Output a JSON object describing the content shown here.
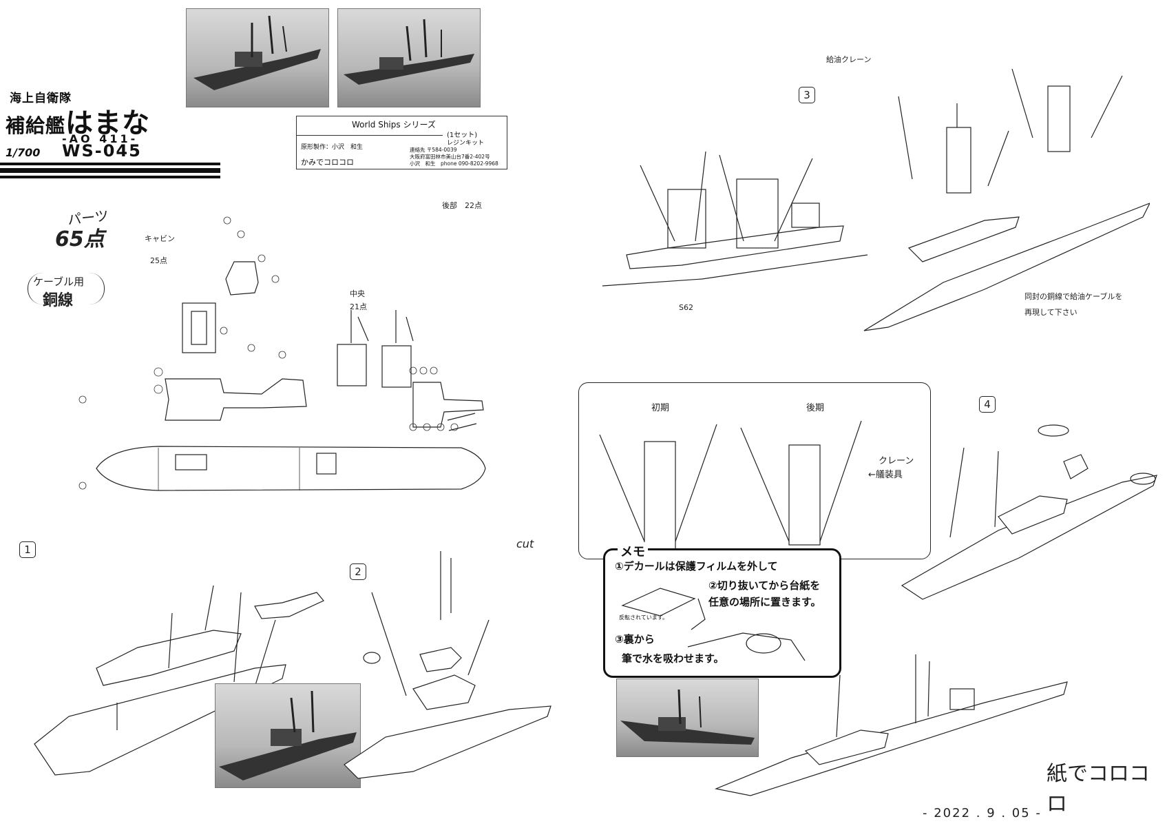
{
  "header": {
    "org": "海上自衛隊",
    "ship_type": "補給艦",
    "ship_name": "はまな",
    "hull_code": "-AO 411-",
    "scale": "1/700",
    "kit_code": "WS-045"
  },
  "infobox": {
    "series": "World Ships シリーズ",
    "set": "(1セット)",
    "kit_type": "レジンキット",
    "original": "原形製作：小沢　和生",
    "maker": "かみでコロコロ",
    "contact_lines": [
      "連絡先 〒584-0039",
      "大阪府富田林市美山台7番2-402号",
      "小沢　和生　phone 090-8202-9968"
    ]
  },
  "parts": {
    "label": "パーツ",
    "count": "65点",
    "cable_note": "ケーブル用",
    "cable_material": "銅線",
    "cabin_label": "キャビン",
    "cabin_count": "25点",
    "center_label": "中央",
    "center_count": "21点",
    "rear_label": "後部",
    "rear_count": "22点"
  },
  "steps": {
    "s1": "1",
    "s2": "2",
    "s3": "3",
    "s4": "4",
    "cut_note": "cut"
  },
  "crane": {
    "title": "給油クレーン",
    "scale_label": "S62",
    "cable_note_1": "同封の銅線で給油ケーブルを",
    "cable_note_2": "再現して下さい"
  },
  "eras": {
    "early": "初期",
    "late": "後期",
    "crane_fitting": "クレーン",
    "crane_fitting_2": "←艤装具"
  },
  "memo": {
    "title": "メモ",
    "line1": "①デカールは保護フィルムを外して",
    "line2a": "②切り抜いてから台紙を",
    "line2b": "任意の場所に置きます。",
    "line3a": "③裏から",
    "line3b": "筆で水を吸わせます。",
    "caption": "反転されています。"
  },
  "footer": {
    "signature": "紙でコロコロ",
    "date": "- 2022 . 9 . 05 -"
  }
}
